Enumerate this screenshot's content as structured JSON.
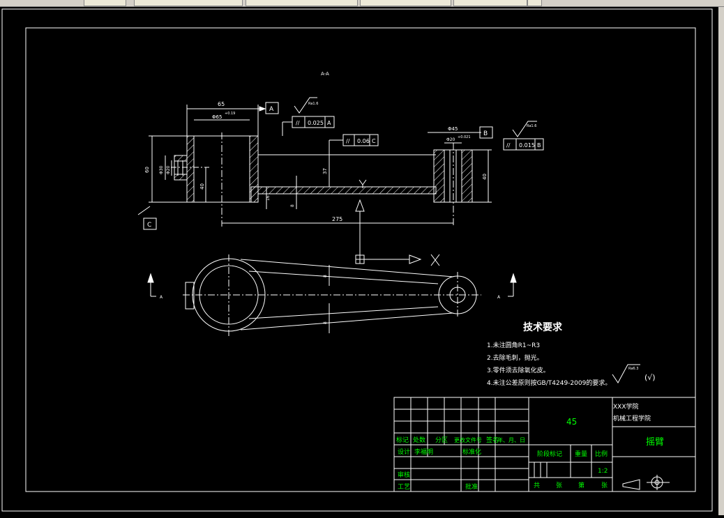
{
  "toolbar": {
    "items": [
      "",
      "",
      "",
      "",
      "",
      ""
    ]
  },
  "drawing": {
    "section_label": "A-A",
    "dims": {
      "d65": "65",
      "phi65": "Φ65",
      "phi65_tol": "+0.19",
      "d45": "Φ45",
      "phi20_top": "Φ20",
      "phi20_tol": "+0.021",
      "h60": "60",
      "phi30": "Φ30",
      "phi20_side": "Φ20",
      "h40": "40",
      "h37": "37",
      "h40_right": "40",
      "h16": "16",
      "h8": "8",
      "len275": "275",
      "slot8_top": "8",
      "slot8_bottom": "8"
    },
    "datums": {
      "a": "A",
      "b": "B",
      "c": "C"
    },
    "roughness": {
      "r1": "Ra1.6",
      "r2": "Ra1.6",
      "r3": "Ra6.3"
    },
    "tolerances": {
      "t1_symbol": "//",
      "t1_value": "0.025",
      "t1_datum": "A",
      "t2_symbol": "//",
      "t2_value": "0.06",
      "t2_datum": "C",
      "t3_symbol": "//",
      "t3_value": "0.015",
      "t3_datum": "B"
    },
    "ucs": {
      "x": "X",
      "y": "Y"
    },
    "arrow_a_left": "A",
    "arrow_a_right": "A"
  },
  "tech": {
    "title": "技术要求",
    "items": [
      "1.未注圆角R1~R3",
      "2.去除毛刺，抛光。",
      "3.零件须去除氧化皮。",
      "4.未注公差原则按GB/T4249-2009的要求。"
    ],
    "check": "(√)"
  },
  "titleblock": {
    "material": "45",
    "school1": "XXX学院",
    "school2": "机械工程学院",
    "part_name": "摇臂",
    "h_mark": "标记",
    "h_count": "处数",
    "h_zone": "分区",
    "h_docno": "更改文件号",
    "h_sign": "签名",
    "h_date": "年、月、日",
    "design": "设计",
    "designer": "李福明",
    "std": "标准化",
    "stage": "阶段标记",
    "weight": "重量",
    "scale": "比例",
    "scale_val": "1:2",
    "review": "审核",
    "process": "工艺",
    "approve": "批准",
    "total": "共",
    "zhang1": "张",
    "page": "第",
    "zhang2": "张"
  },
  "colors": {
    "line": "#ffffff",
    "green": "#00ff00",
    "bg": "#000000"
  }
}
